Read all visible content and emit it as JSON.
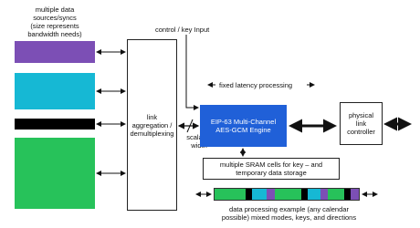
{
  "labels": {
    "sources_title": "multiple data\nsources/syncs\n(size represents\nbandwidth needs)",
    "control_input": "control / key Input",
    "fixed_latency": "fixed latency processing",
    "link_block": "link\naggregation /\ndemultiplexing",
    "scalable_width": "scalable\nwidth",
    "engine": "EIP-63 Multi-Channel\nAES-GCM Engine",
    "physical_link": "physical\nlink\ncontroller",
    "sram": "multiple SRAM cells for key – and\ntemporary data storage",
    "example_caption": "data processing example (any calendar\npossible) mixed modes, keys, and directions"
  },
  "colors": {
    "source_purple": "#7c4fb5",
    "source_cyan": "#16b8d4",
    "source_black": "#000000",
    "source_green": "#27c25a",
    "engine_blue": "#2060d8"
  },
  "example_strip": [
    "#27c25a",
    "#27c25a",
    "#000000",
    "#16b8d4",
    "#7c4fb5",
    "#27c25a",
    "#27c25a",
    "#000000",
    "#16b8d4",
    "#7c4fb5",
    "#27c25a",
    "#000000",
    "#7c4fb5"
  ]
}
